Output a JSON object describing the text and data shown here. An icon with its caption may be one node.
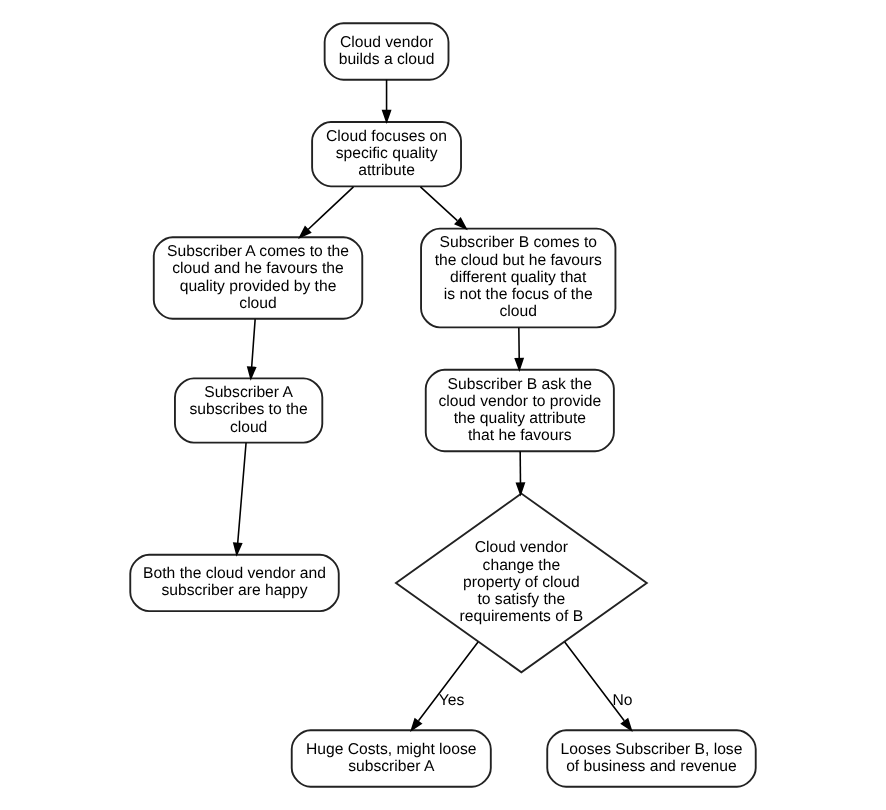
{
  "diagram": {
    "nodes": [
      {
        "text": [
          "Cloud vendor builds a cloud"
        ]
      },
      {
        "text": [
          "Cloud focuses on specific quality attribute"
        ]
      },
      {
        "text": [
          "Subscriber A comes to the cloud and he favours the quality provided by the cloud"
        ]
      },
      {
        "text": [
          "Subscriber B comes to the cloud but he favours different quality that is not the focus of the cloud"
        ]
      },
      {
        "text": [
          "Subscriber A subscribes to the cloud"
        ]
      },
      {
        "text": [
          "Subscriber B ask the cloud vendor to provide the quality attribute that he favours"
        ]
      },
      {
        "text": [
          "Both the cloud vendor and subscriber are happy"
        ]
      },
      {
        "text": [
          "Cloud vendor change the property of cloud to satisfy the requirements of B"
        ]
      },
      {
        "text": [
          "Huge Costs, might loose subscriber A"
        ]
      },
      {
        "text": [
          "Looses Subscriber B, lose of business and revenue"
        ]
      }
    ],
    "edges": [
      {
        "from": 0,
        "to": 1,
        "arrow": "to"
      },
      {
        "from": 1,
        "to": 2,
        "arrow": "to"
      },
      {
        "from": 1,
        "to": 3,
        "arrow": "to"
      },
      {
        "from": 2,
        "to": 4,
        "arrow": "to"
      },
      {
        "from": 4,
        "to": 6,
        "arrow": "to"
      },
      {
        "from": 3,
        "to": 5,
        "arrow": "to"
      },
      {
        "from": 5,
        "to": 7,
        "arrow": "to"
      },
      {
        "from": 7,
        "to": 8,
        "arrow": "to",
        "label": "Yes"
      },
      {
        "from": 7,
        "to": 9,
        "arrow": "to",
        "label": "No"
      }
    ]
  }
}
